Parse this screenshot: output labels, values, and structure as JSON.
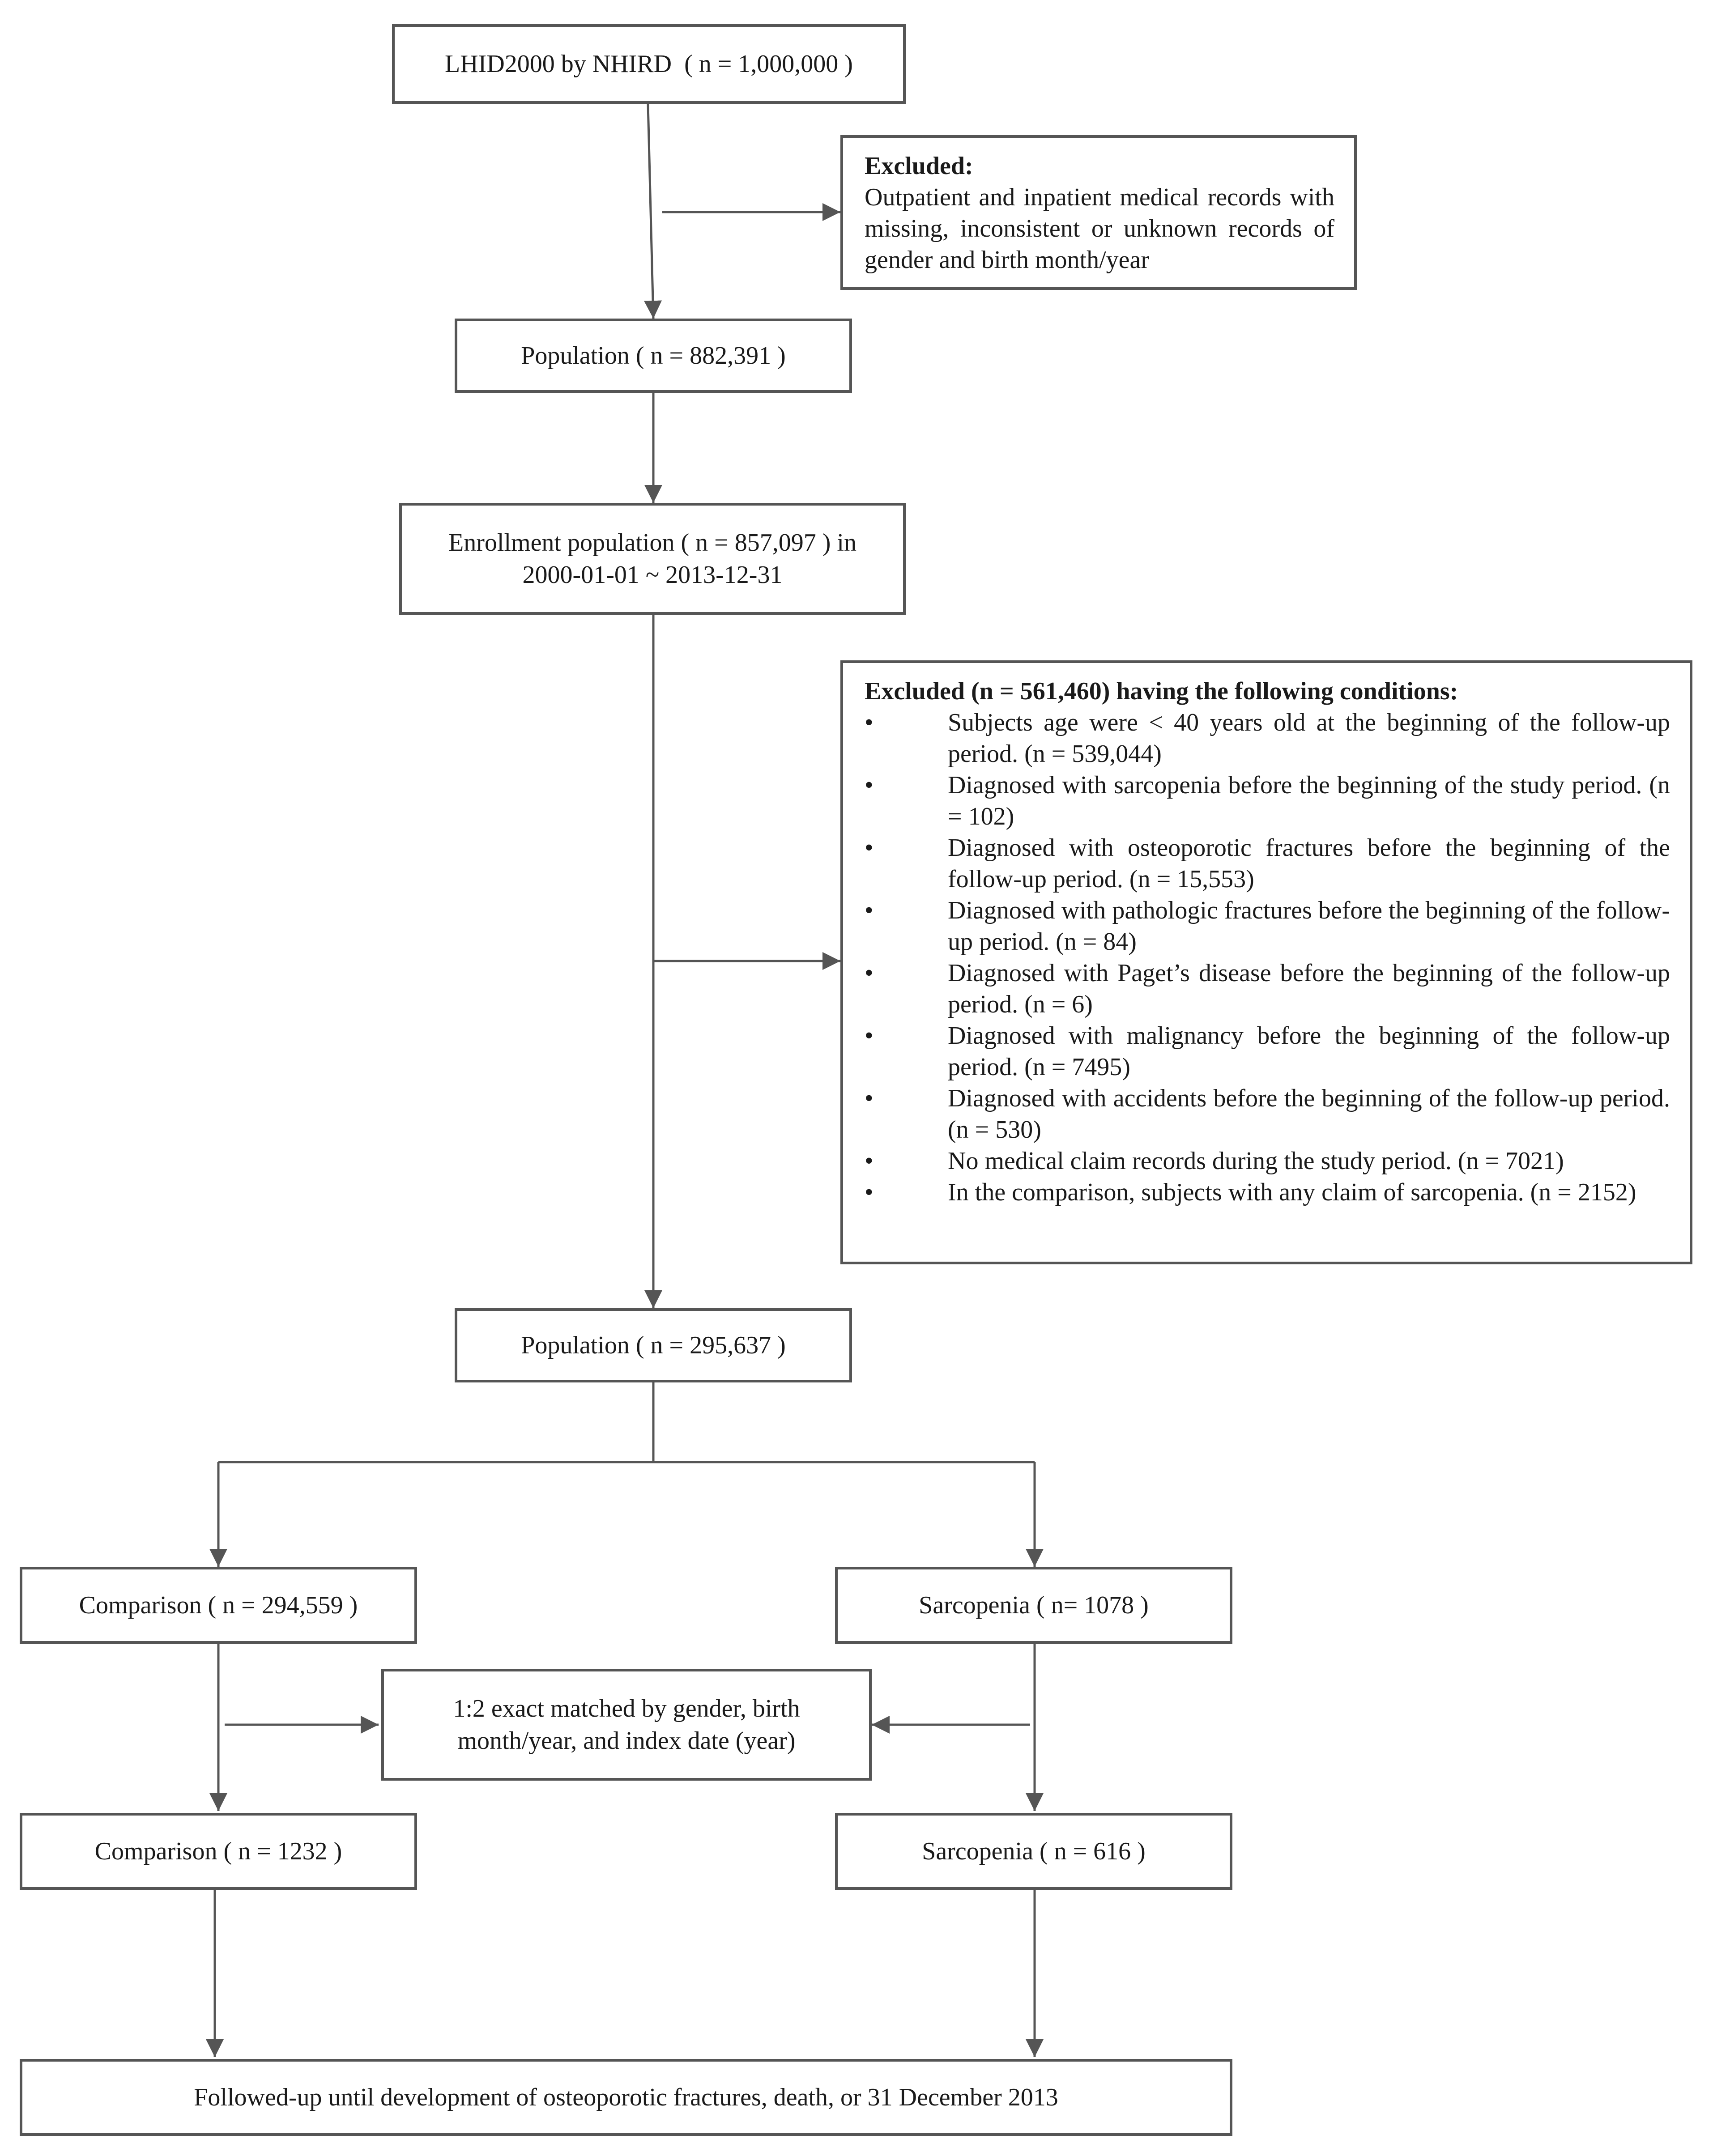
{
  "boxes": {
    "source": "LHID2000 by NHIRD  ( n = 1,000,000 )",
    "population_1": "Population ( n = 882,391 )",
    "enrollment_line1": "Enrollment population ( n = 857,097 ) in",
    "enrollment_line2": "2000-01-01 ~ 2013-12-31",
    "population_2": "Population ( n = 295,637 )",
    "comparison_all": "Comparison ( n = 294,559 )",
    "sarcopenia_all": "Sarcopenia ( n= 1078 )",
    "matching_line1": "1:2 exact matched by gender, birth",
    "matching_line2": "month/year, and index date (year)",
    "comparison_matched": "Comparison ( n = 1232 )",
    "sarcopenia_matched": "Sarcopenia ( n = 616 )",
    "followup": "Followed-up until development of osteoporotic fractures, death, or 31 December 2013"
  },
  "exclusion_1": {
    "title": "Excluded:",
    "text": "Outpatient and inpatient medical records with missing, inconsistent or unknown records of gender and birth month/year"
  },
  "exclusion_2": {
    "title": "Excluded (n = 561,460) having the following conditions:",
    "bullet": "•",
    "items": [
      "Subjects age were < 40 years old at the beginning of the follow-up period. (n = 539,044)",
      "Diagnosed with sarcopenia before the beginning of the study period. (n = 102)",
      "Diagnosed with osteoporotic fractures before the beginning of the follow-up period. (n = 15,553)",
      "Diagnosed with pathologic fractures before the beginning of the follow-up period. (n = 84)",
      "Diagnosed with Paget’s disease before the beginning of the follow-up period. (n = 6)",
      "Diagnosed with malignancy before the beginning of the follow-up period. (n = 7495)",
      "Diagnosed with accidents before the beginning of the follow-up period. (n = 530)",
      "No medical claim records during the study period. (n = 7021)",
      "In the comparison, subjects with any claim of sarcopenia. (n = 2152)"
    ]
  },
  "colors": {
    "line": "#555555",
    "text": "#1a1a1a",
    "background": "#ffffff"
  }
}
